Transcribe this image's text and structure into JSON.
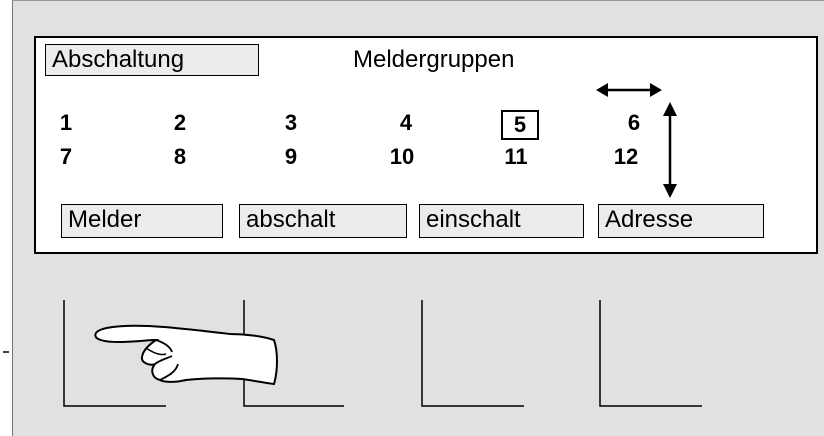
{
  "display": {
    "mode_button": "Abschaltung",
    "title": "Meldergruppen",
    "groups": [
      "1",
      "2",
      "3",
      "4",
      "5",
      "6",
      "7",
      "8",
      "9",
      "10",
      "11",
      "12"
    ],
    "selected_group": "5",
    "buttons": [
      "Melder",
      "abschalt",
      "einschalt",
      "Adresse"
    ]
  },
  "icons": {
    "nav": "horizontal-double-arrow-icon",
    "nav_v": "vertical-double-arrow-icon",
    "pointer": "pointing-hand-icon"
  }
}
